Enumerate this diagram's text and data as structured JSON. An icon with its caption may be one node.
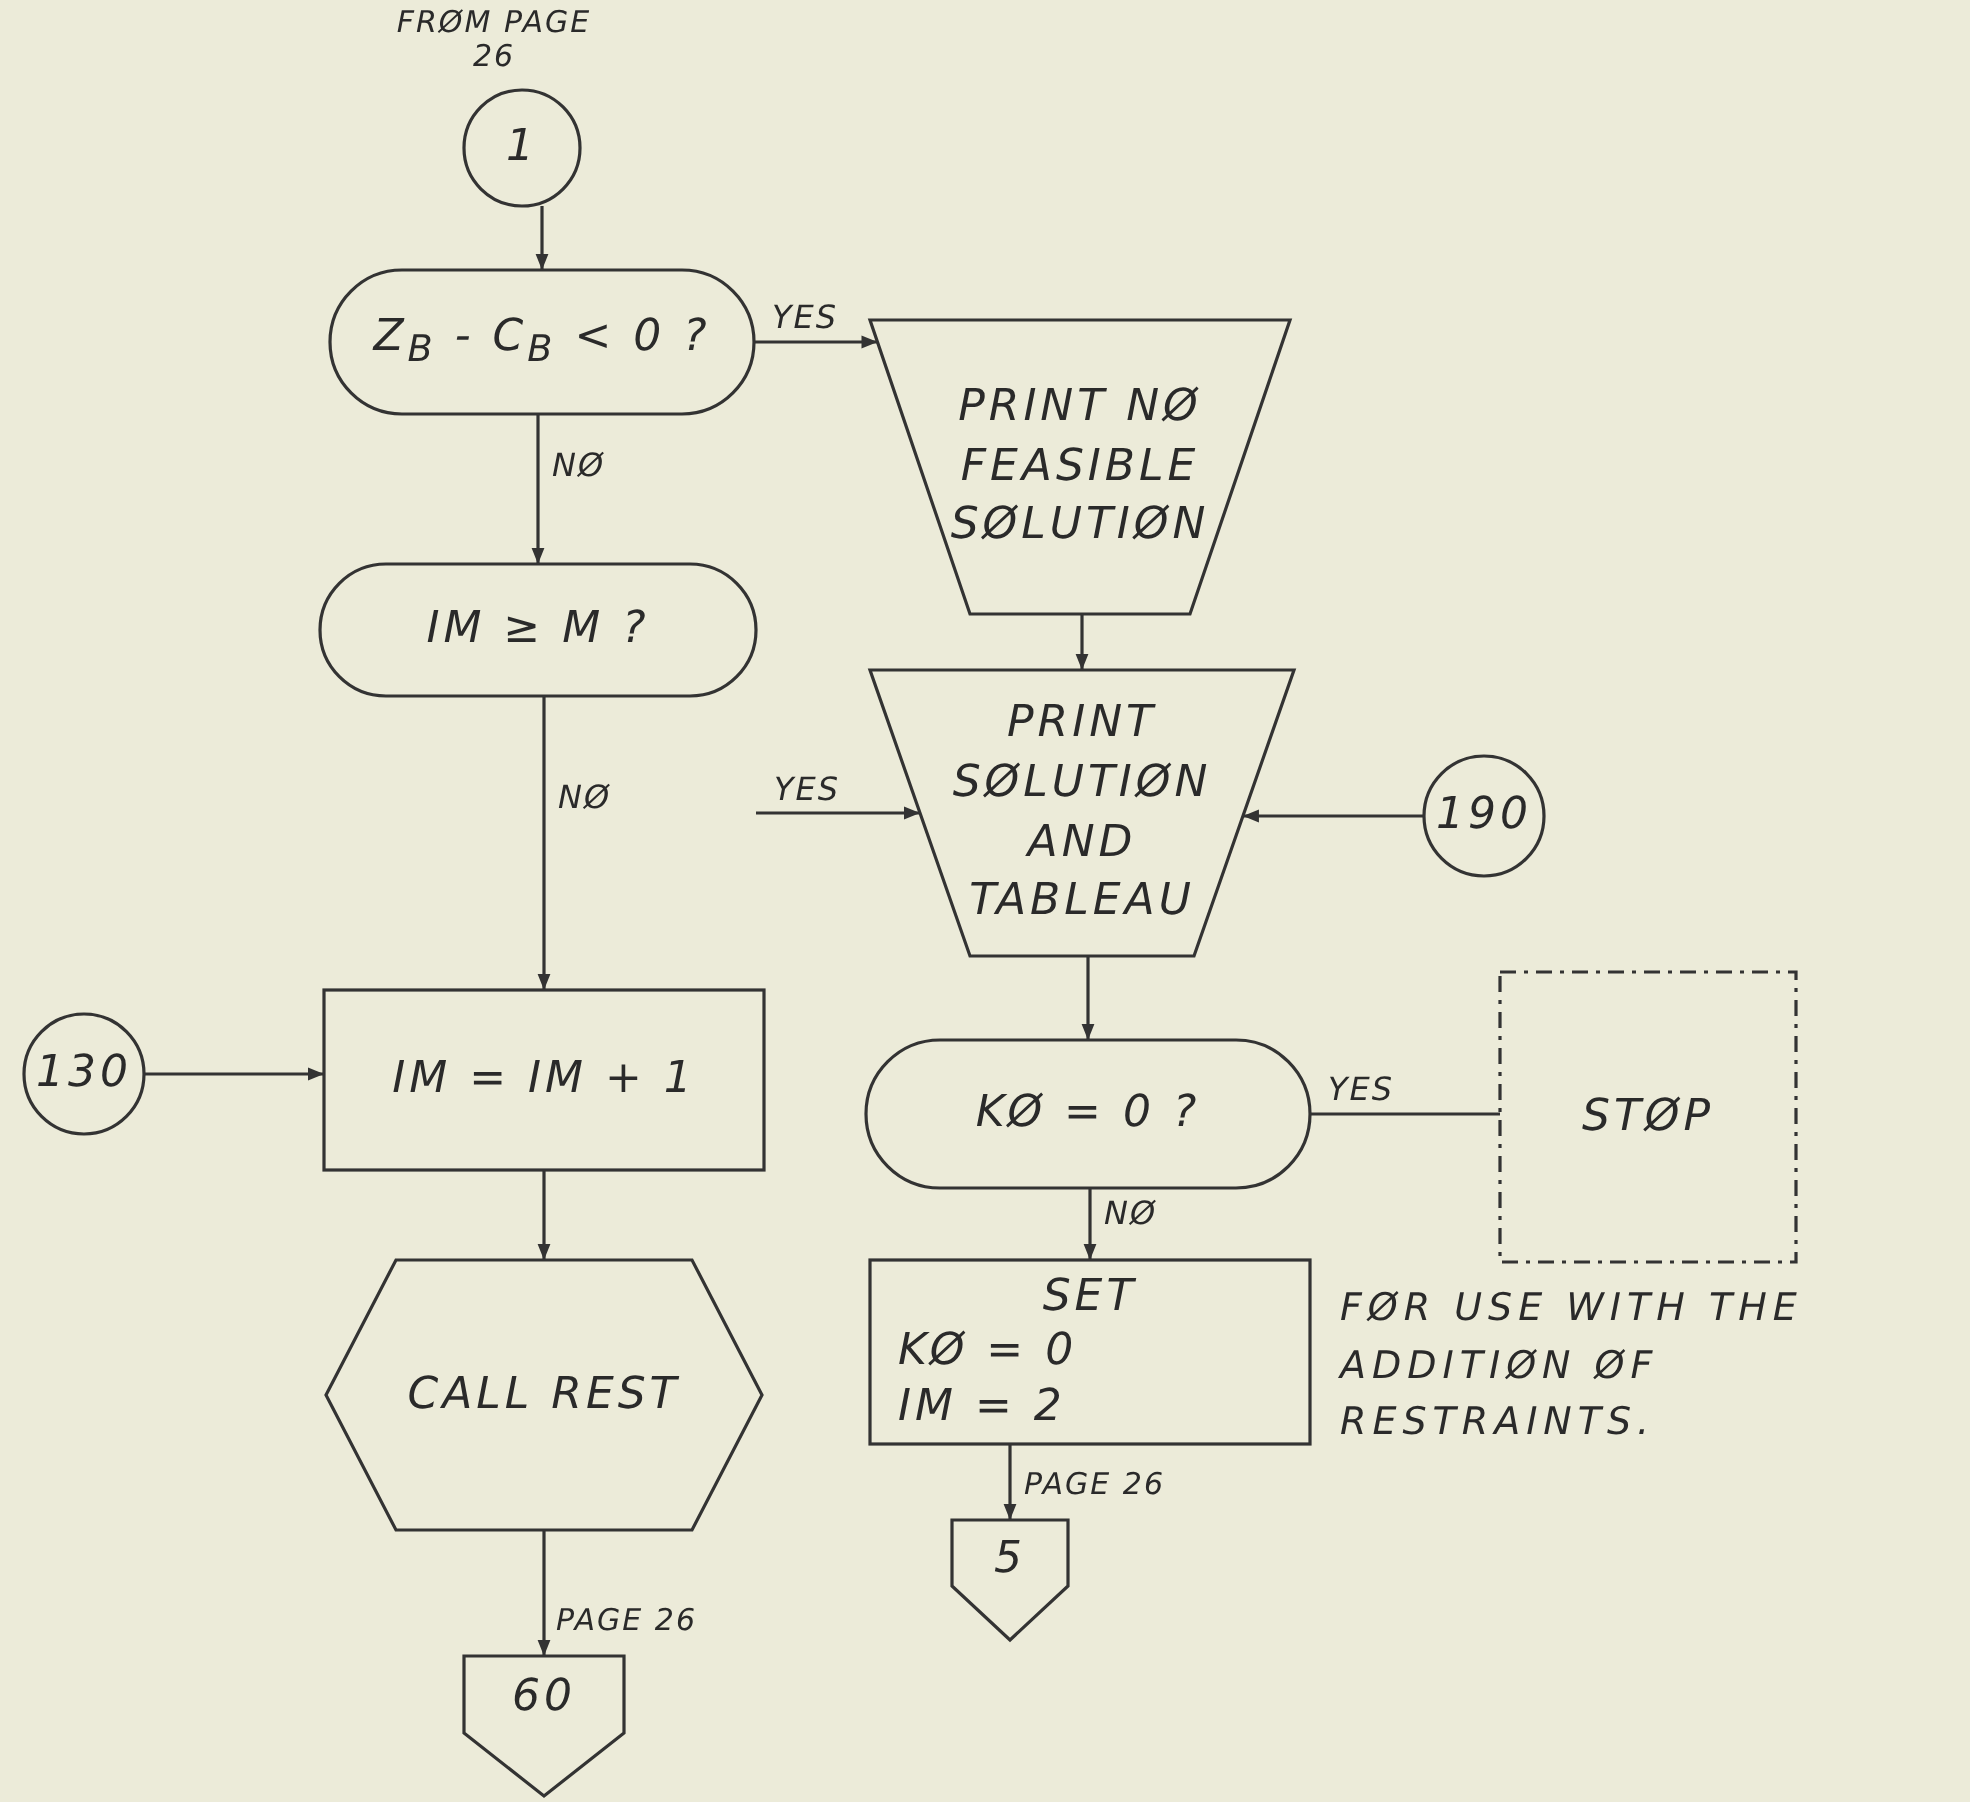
{
  "diagram": {
    "nodes": [
      {
        "text": [
          "1"
        ],
        "beside": [
          "FRØM PAGE 26"
        ]
      },
      {
        "text": [
          "Z$_{B}$ - C$_{B}$ < 0 ?"
        ]
      },
      {
        "text": [
          "PRINT NØ FEASIBLE SØLUTIØN"
        ]
      },
      {
        "text": [
          "IM ≥ M ?"
        ]
      },
      {
        "text": [
          "PRINT SØLUTIØN AND TABLEAU"
        ]
      },
      {
        "text": [
          "190"
        ]
      },
      {
        "text": [
          "130"
        ]
      },
      {
        "text": [
          "IM = IM + 1"
        ]
      },
      {
        "text": [
          "KØ = 0 ?"
        ]
      },
      {
        "text": [
          "STØP"
        ]
      },
      {
        "text": [
          "SET",
          "KØ = 0",
          "IM = 2"
        ]
      },
      {
        "text": [
          "CALL REST"
        ]
      },
      {
        "text": [
          "5"
        ],
        "beside": [
          "PAGE 26"
        ]
      },
      {
        "text": [
          "60"
        ],
        "beside": [
          "PAGE 26"
        ]
      }
    ],
    "edges": [
      {
        "from": 0,
        "to": 1,
        "arrow": "to"
      },
      {
        "from": 1,
        "to": 2,
        "arrow": "to",
        "label": "YES"
      },
      {
        "from": 1,
        "to": 3,
        "arrow": "to",
        "label": "NØ"
      },
      {
        "from": 2,
        "to": 4,
        "arrow": "to"
      },
      {
        "from": 3,
        "to": 4,
        "arrow": "to",
        "label": "YES"
      },
      {
        "from": 5,
        "to": 4,
        "arrow": "to"
      },
      {
        "from": 3,
        "to": 7,
        "arrow": "to",
        "label": "NØ"
      },
      {
        "from": 6,
        "to": 7,
        "arrow": "to"
      },
      {
        "from": 4,
        "to": 8,
        "arrow": "to"
      },
      {
        "from": 8,
        "to": 9,
        "arrow": "none",
        "label": "YES"
      },
      {
        "from": 8,
        "to": 10,
        "arrow": "to",
        "label": "NØ"
      },
      {
        "from": 7,
        "to": 11,
        "arrow": "to"
      },
      {
        "from": 10,
        "to": 12,
        "arrow": "to"
      },
      {
        "from": 11,
        "to": 13,
        "arrow": "to"
      }
    ],
    "labels": [
      "FØR USE WITH THE ADDITIØN ØF RESTRAINTS."
    ]
  }
}
